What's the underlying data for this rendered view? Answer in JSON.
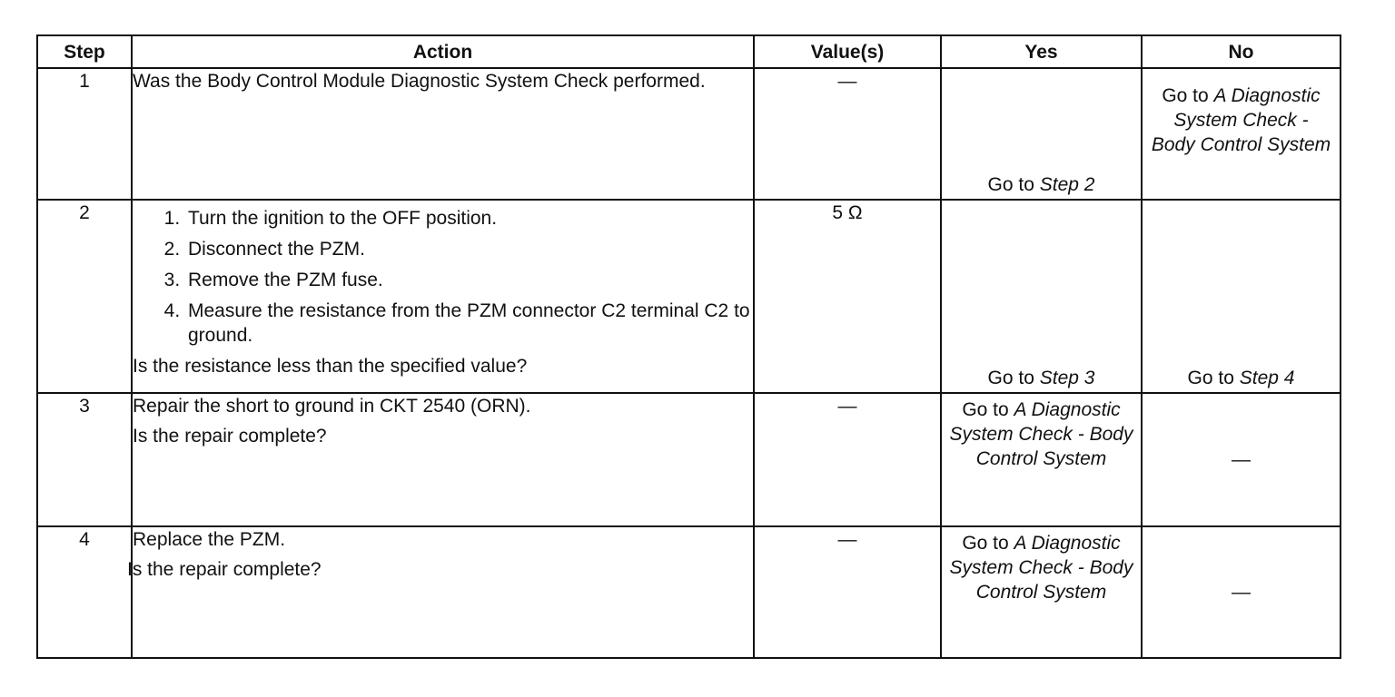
{
  "headers": {
    "step": "Step",
    "action": "Action",
    "values": "Value(s)",
    "yes": "Yes",
    "no": "No"
  },
  "rows": [
    {
      "step": "1",
      "action_text": "Was the Body Control Module Diagnostic System Check performed.",
      "value": "—",
      "yes_prefix": "Go to ",
      "yes_ref": "Step 2",
      "no_prefix": "Go to ",
      "no_ref": "A Diagnostic System Check - Body Control System"
    },
    {
      "step": "2",
      "action_steps": [
        "Turn the ignition to the OFF position.",
        "Disconnect the PZM.",
        "Remove the PZM fuse.",
        "Measure the resistance from the PZM connector C2 terminal C2 to ground."
      ],
      "action_question": "Is the resistance less than the specified value?",
      "value": "5 Ω",
      "yes_prefix": "Go to ",
      "yes_ref": "Step 3",
      "no_prefix": "Go to ",
      "no_ref": "Step 4"
    },
    {
      "step": "3",
      "action_text": "Repair the short to ground in CKT 2540 (ORN).",
      "action_question": "Is the repair complete?",
      "value": "—",
      "yes_prefix": "Go to ",
      "yes_ref": "A Diagnostic System Check - Body Control System",
      "no": "—"
    },
    {
      "step": "4",
      "action_text": "Replace the PZM.",
      "action_question": "Is the repair complete?",
      "value": "—",
      "yes_prefix": "Go to ",
      "yes_ref": "A Diagnostic System Check - Body Control System",
      "no": "—"
    }
  ]
}
